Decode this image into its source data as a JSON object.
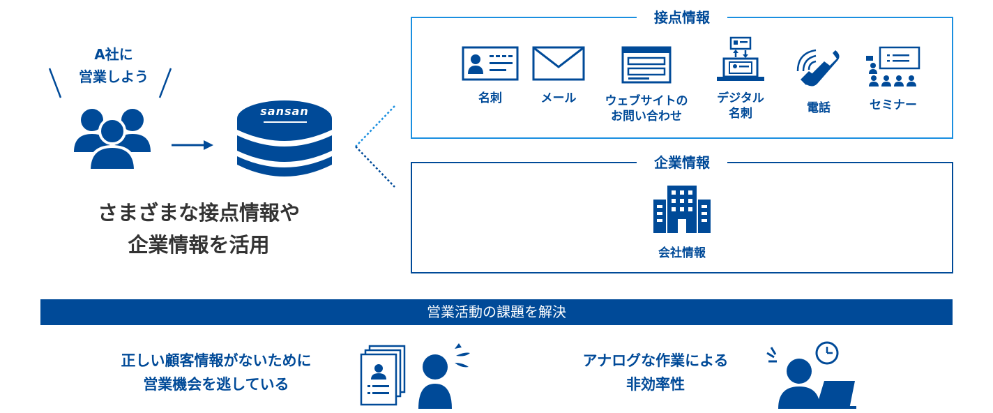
{
  "speech": {
    "line1": "A社に",
    "line2": "営業しよう"
  },
  "logo_text": "sansan",
  "caption": {
    "line1": "さまざまな接点情報や",
    "line2": "企業情報を活用"
  },
  "touch_box": {
    "title": "接点情報",
    "items": [
      {
        "label": "名刺",
        "icon": "business-card-icon"
      },
      {
        "label": "メール",
        "icon": "envelope-icon"
      },
      {
        "label": "ウェブサイトの\nお問い合わせ",
        "icon": "web-form-icon"
      },
      {
        "label": "デジタル\n名刺",
        "icon": "digital-card-icon"
      },
      {
        "label": "電話",
        "icon": "phone-icon"
      },
      {
        "label": "セミナー",
        "icon": "seminar-icon"
      }
    ]
  },
  "company_box": {
    "title": "企業情報",
    "item_label": "会社情報",
    "icon": "building-icon"
  },
  "banner": "営業活動の課題を解決",
  "issues": [
    {
      "text": "正しい顧客情報がないために\n営業機会を逃している",
      "icon": "worried-person-with-cards-icon"
    },
    {
      "text": "アナログな作業による\n非効率性",
      "icon": "busy-person-with-clock-icon"
    }
  ],
  "colors": {
    "primary": "#004a98",
    "accent": "#1a8fe0",
    "text_dark": "#333333"
  }
}
